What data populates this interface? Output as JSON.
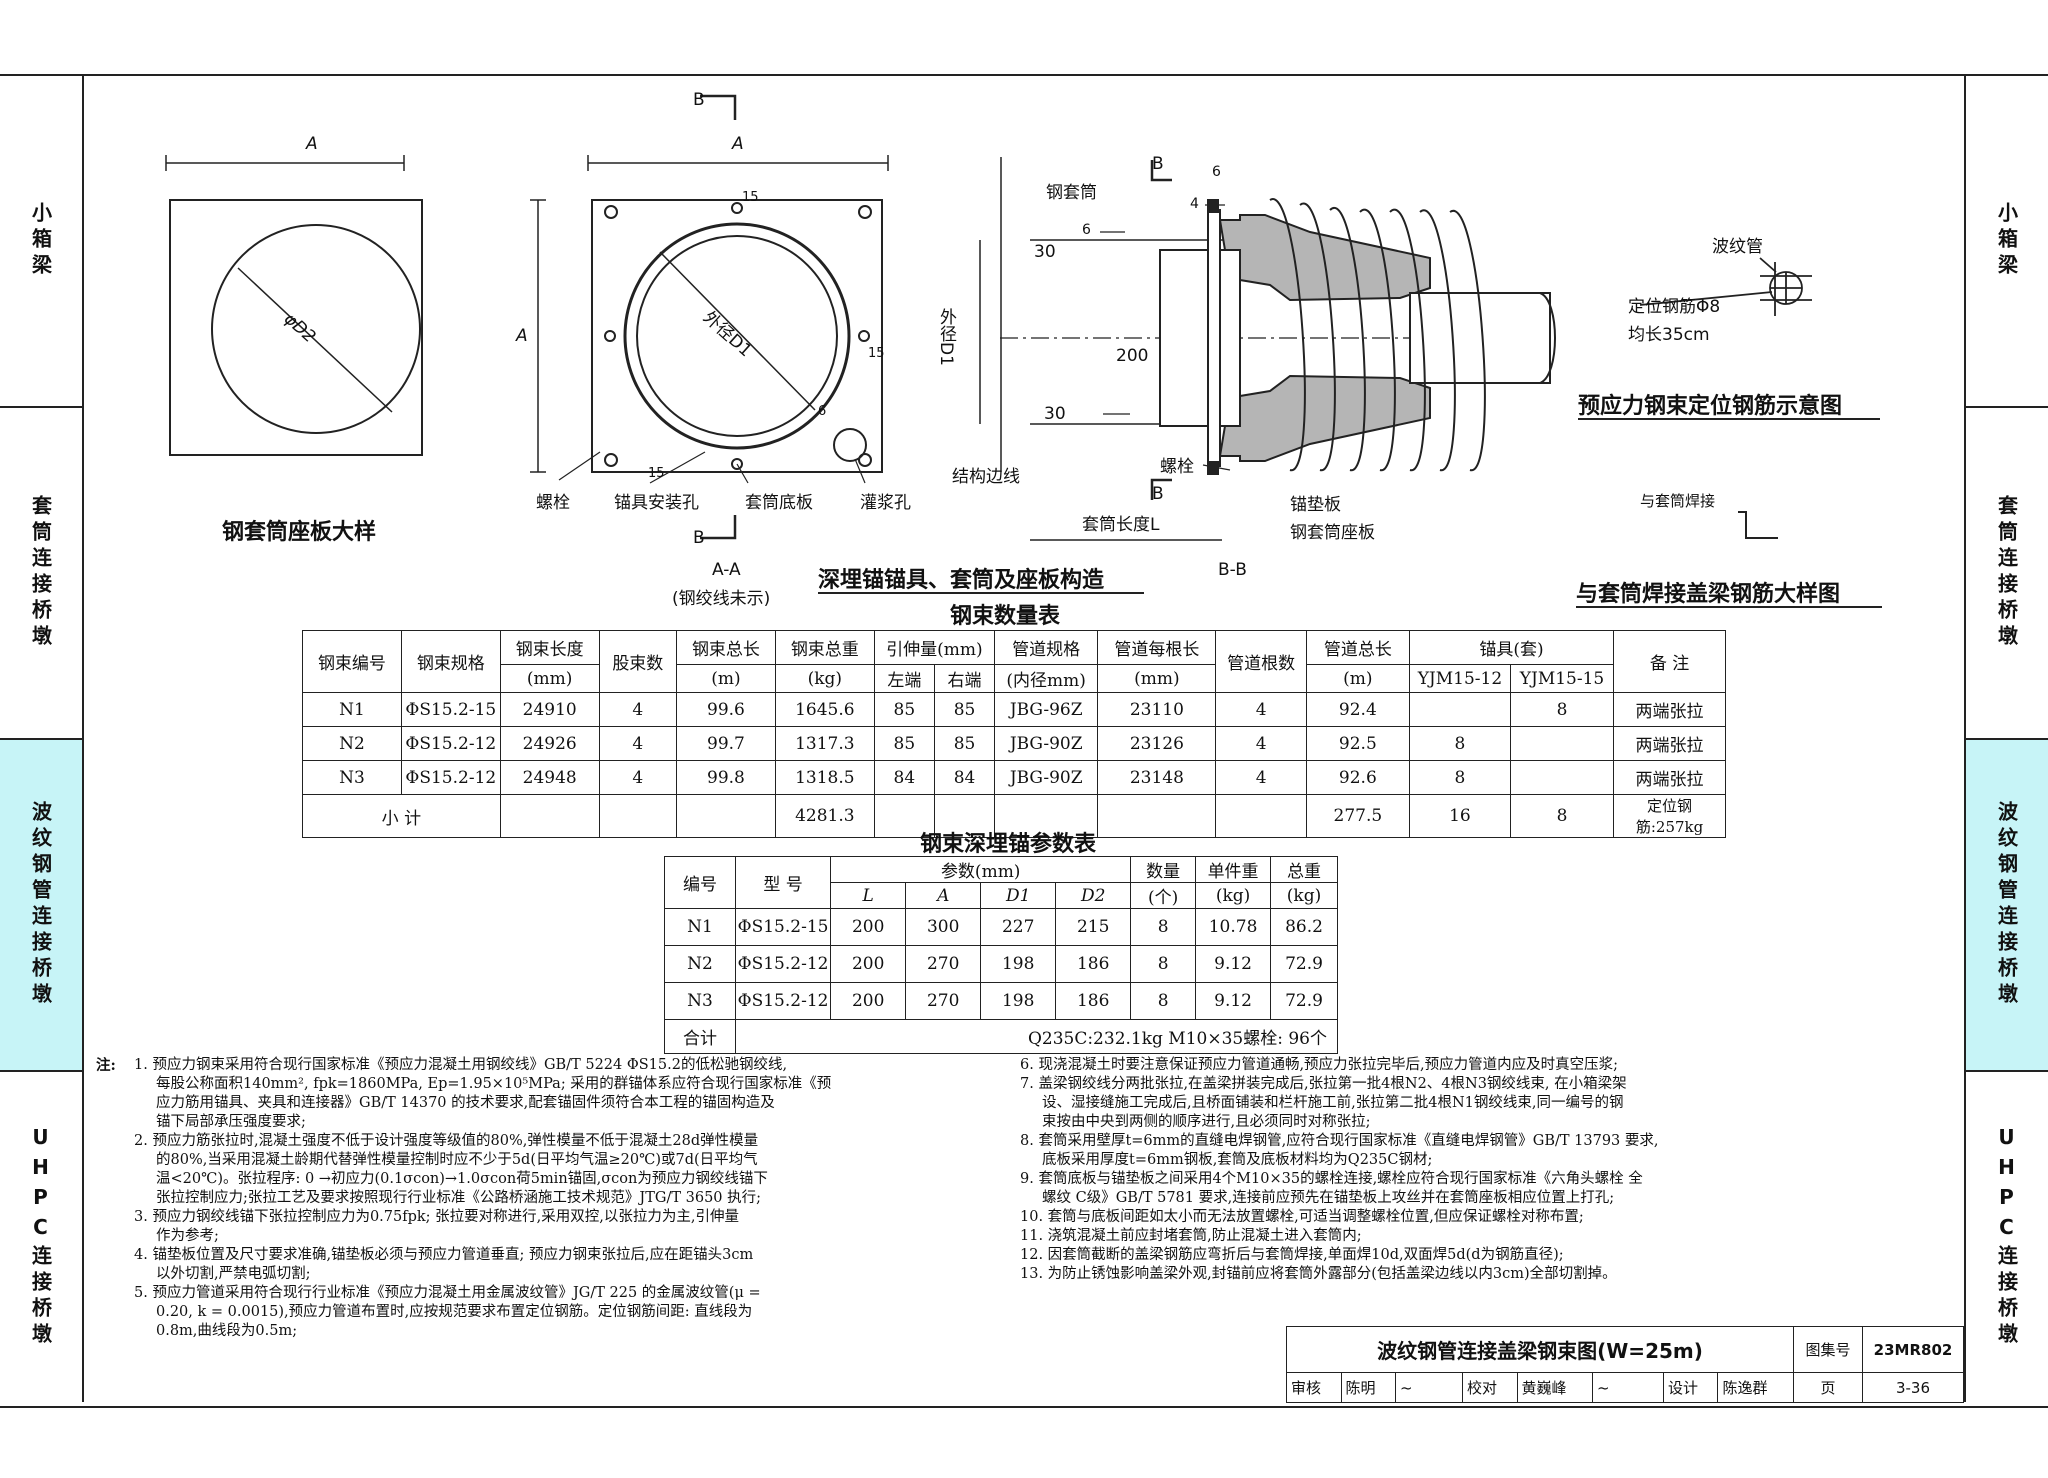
{
  "sidebar": {
    "sections": [
      "小箱梁",
      "套筒连接桥墩",
      "波纹钢管连接桥墩",
      "UHPC连接桥墩"
    ],
    "active_index": 2
  },
  "figures": {
    "plate_title": "钢套筒座板大样",
    "section_caption": "深埋锚锚具、套筒及座板构造",
    "aa_label": "A-A",
    "aa_note": "(钢绞线未示)",
    "bb_label": "B-B",
    "b_mark": "B",
    "a_mark": "A",
    "d2_label": "φD2",
    "d1_label": "外径D1",
    "d1_side_label": "外径D1",
    "bolt_label": "螺栓",
    "anchor_hole_label": "锚具安装孔",
    "sleeve_bottom_label": "套筒底板",
    "grout_hole_label": "灌浆孔",
    "steel_sleeve_label": "钢套筒",
    "structure_edge_label": "结构边线",
    "sleeve_length_label": "套筒长度L",
    "anchor_plate_label": "锚垫板",
    "sleeve_seat_label": "钢套筒座板",
    "dim_30a": "30",
    "dim_30b": "30",
    "dim_200": "200",
    "dim_6a": "6",
    "dim_6b": "6",
    "dim_6c": "6",
    "dim_4": "4",
    "dim_15a": "15",
    "dim_15b": "15",
    "dim_15c": "15",
    "corrugated_label": "波纹管",
    "positioning_bar_label": "定位钢筋Φ8",
    "avg_len_label": "均长35cm",
    "positioning_title": "预应力钢束定位钢筋示意图",
    "weld_label": "与套筒焊接",
    "weld_title": "与套筒焊接盖梁钢筋大样图"
  },
  "table1": {
    "title": "钢束数量表",
    "headers": {
      "id": "钢束编号",
      "spec": "钢束规格",
      "len": "钢束长度",
      "len_unit": "(mm)",
      "strands": "股束数",
      "total_len": "钢束总长",
      "total_len_unit": "(m)",
      "total_wt": "钢束总重",
      "total_wt_unit": "(kg)",
      "elong": "引伸量(mm)",
      "left": "左端",
      "right": "右端",
      "duct": "管道规格",
      "duct_unit": "(内径mm)",
      "duct_len": "管道每根长",
      "duct_len_unit": "(mm)",
      "duct_count": "管道根数",
      "duct_total": "管道总长",
      "duct_total_unit": "(m)",
      "anchor": "锚具(套)",
      "a1": "YJM15-12",
      "a2": "YJM15-15",
      "remark": "备 注"
    },
    "rows": [
      [
        "N1",
        "ΦS15.2-15",
        "24910",
        "4",
        "99.6",
        "1645.6",
        "85",
        "85",
        "JBG-96Z",
        "23110",
        "4",
        "92.4",
        "",
        "8",
        "两端张拉"
      ],
      [
        "N2",
        "ΦS15.2-12",
        "24926",
        "4",
        "99.7",
        "1317.3",
        "85",
        "85",
        "JBG-90Z",
        "23126",
        "4",
        "92.5",
        "8",
        "",
        "两端张拉"
      ],
      [
        "N3",
        "ΦS15.2-12",
        "24948",
        "4",
        "99.8",
        "1318.5",
        "84",
        "84",
        "JBG-90Z",
        "23148",
        "4",
        "92.6",
        "8",
        "",
        "两端张拉"
      ]
    ],
    "subtotal": {
      "label": "小 计",
      "total_wt": "4281.3",
      "duct_total": "277.5",
      "a1": "16",
      "a2": "8",
      "remark": "定位钢筋:257kg"
    }
  },
  "table2": {
    "title": "钢束深埋锚参数表",
    "headers": {
      "id": "编号",
      "model": "型 号",
      "params": "参数(mm)",
      "L": "L",
      "A": "A",
      "D1": "D1",
      "D2": "D2",
      "qty": "数量",
      "qty_unit": "(个)",
      "unit_wt": "单件重",
      "unit_wt_unit": "(kg)",
      "total_wt": "总重",
      "total_wt_unit": "(kg)"
    },
    "rows": [
      [
        "N1",
        "ΦS15.2-15",
        "200",
        "300",
        "227",
        "215",
        "8",
        "10.78",
        "86.2"
      ],
      [
        "N2",
        "ΦS15.2-12",
        "200",
        "270",
        "198",
        "186",
        "8",
        "9.12",
        "72.9"
      ],
      [
        "N3",
        "ΦS15.2-12",
        "200",
        "270",
        "198",
        "186",
        "8",
        "9.12",
        "72.9"
      ]
    ],
    "total_label": "合计",
    "total_text": "Q235C:232.1kg M10×35螺栓: 96个"
  },
  "notes": {
    "prefix": "注:",
    "left": [
      "1. 预应力钢束采用符合现行国家标准《预应力混凝土用钢绞线》GB/T 5224 ΦS15.2的低松驰钢绞线,",
      "每股公称面积140mm², fpk=1860MPa, Ep=1.95×10⁵MPa; 采用的群锚体系应符合现行国家标准《预",
      "应力筋用锚具、夹具和连接器》GB/T 14370 的技术要求,配套锚固件须符合本工程的锚固构造及",
      "锚下局部承压强度要求;",
      "2. 预应力筋张拉时,混凝土强度不低于设计强度等级值的80%,弹性模量不低于混凝土28d弹性模量",
      "的80%,当采用混凝土龄期代替弹性模量控制时应不少于5d(日平均气温≥20℃)或7d(日平均气",
      "温<20℃)。张拉程序: 0 →初应力(0.1σcon)→1.0σcon荷5min锚固,σcon为预应力钢绞线锚下",
      "张拉控制应力;张拉工艺及要求按照现行行业标准《公路桥涵施工技术规范》JTG/T 3650 执行;",
      "3. 预应力钢绞线锚下张拉控制应力为0.75fpk; 张拉要对称进行,采用双控,以张拉力为主,引伸量",
      "作为参考;",
      "4. 锚垫板位置及尺寸要求准确,锚垫板必须与预应力管道垂直; 预应力钢束张拉后,应在距锚头3cm",
      "以外切割,严禁电弧切割;",
      "5. 预应力管道采用符合现行行业标准《预应力混凝土用金属波纹管》JG/T 225 的金属波纹管(μ =",
      "0.20, k = 0.0015),预应力管道布置时,应按规范要求布置定位钢筋。定位钢筋间距: 直线段为",
      "0.8m,曲线段为0.5m;"
    ],
    "right": [
      "6. 现浇混凝土时要注意保证预应力管道通畅,预应力张拉完毕后,预应力管道内应及时真空压浆;",
      "7. 盖梁钢绞线分两批张拉,在盖梁拼装完成后,张拉第一批4根N2、4根N3钢绞线束, 在小箱梁架",
      "设、湿接缝施工完成后,且桥面铺装和栏杆施工前,张拉第二批4根N1钢绞线束,同一编号的钢",
      "束按由中央到两侧的顺序进行,且必须同时对称张拉;",
      "8. 套筒采用壁厚t=6mm的直缝电焊钢管,应符合现行国家标准《直缝电焊钢管》GB/T 13793 要求,",
      "底板采用厚度t=6mm钢板,套筒及底板材料均为Q235C钢材;",
      "9. 套筒底板与锚垫板之间采用4个M10×35的螺栓连接,螺栓应符合现行国家标准《六角头螺栓 全",
      "螺纹 C级》GB/T 5781 要求,连接前应预先在锚垫板上攻丝并在套筒座板相应位置上打孔;",
      "10. 套筒与底板间距如太小而无法放置螺栓,可适当调整螺栓位置,但应保证螺栓对称布置;",
      "11. 浇筑混凝土前应封堵套筒,防止混凝土进入套筒内;",
      "12. 因套筒截断的盖梁钢筋应弯折后与套筒焊接,单面焊10d,双面焊5d(d为钢筋直径);",
      "13. 为防止锈蚀影响盖梁外观,封锚前应将套筒外露部分(包括盖梁边线以内3cm)全部切割掉。"
    ]
  },
  "title_block": {
    "drawing_title": "波纹钢管连接盖梁钢束图(W=25m)",
    "atlas_label": "图集号",
    "atlas_no": "23MR802",
    "review_label": "审核",
    "reviewer": "陈明",
    "check_label": "校对",
    "checker": "黄巍峰",
    "design_label": "设计",
    "designer": "陈逸群",
    "page_label": "页",
    "page_no": "3-36"
  },
  "colors": {
    "highlight": "#c7f4f7",
    "line": "#222222",
    "fill_gray": "#b5b5b5"
  }
}
